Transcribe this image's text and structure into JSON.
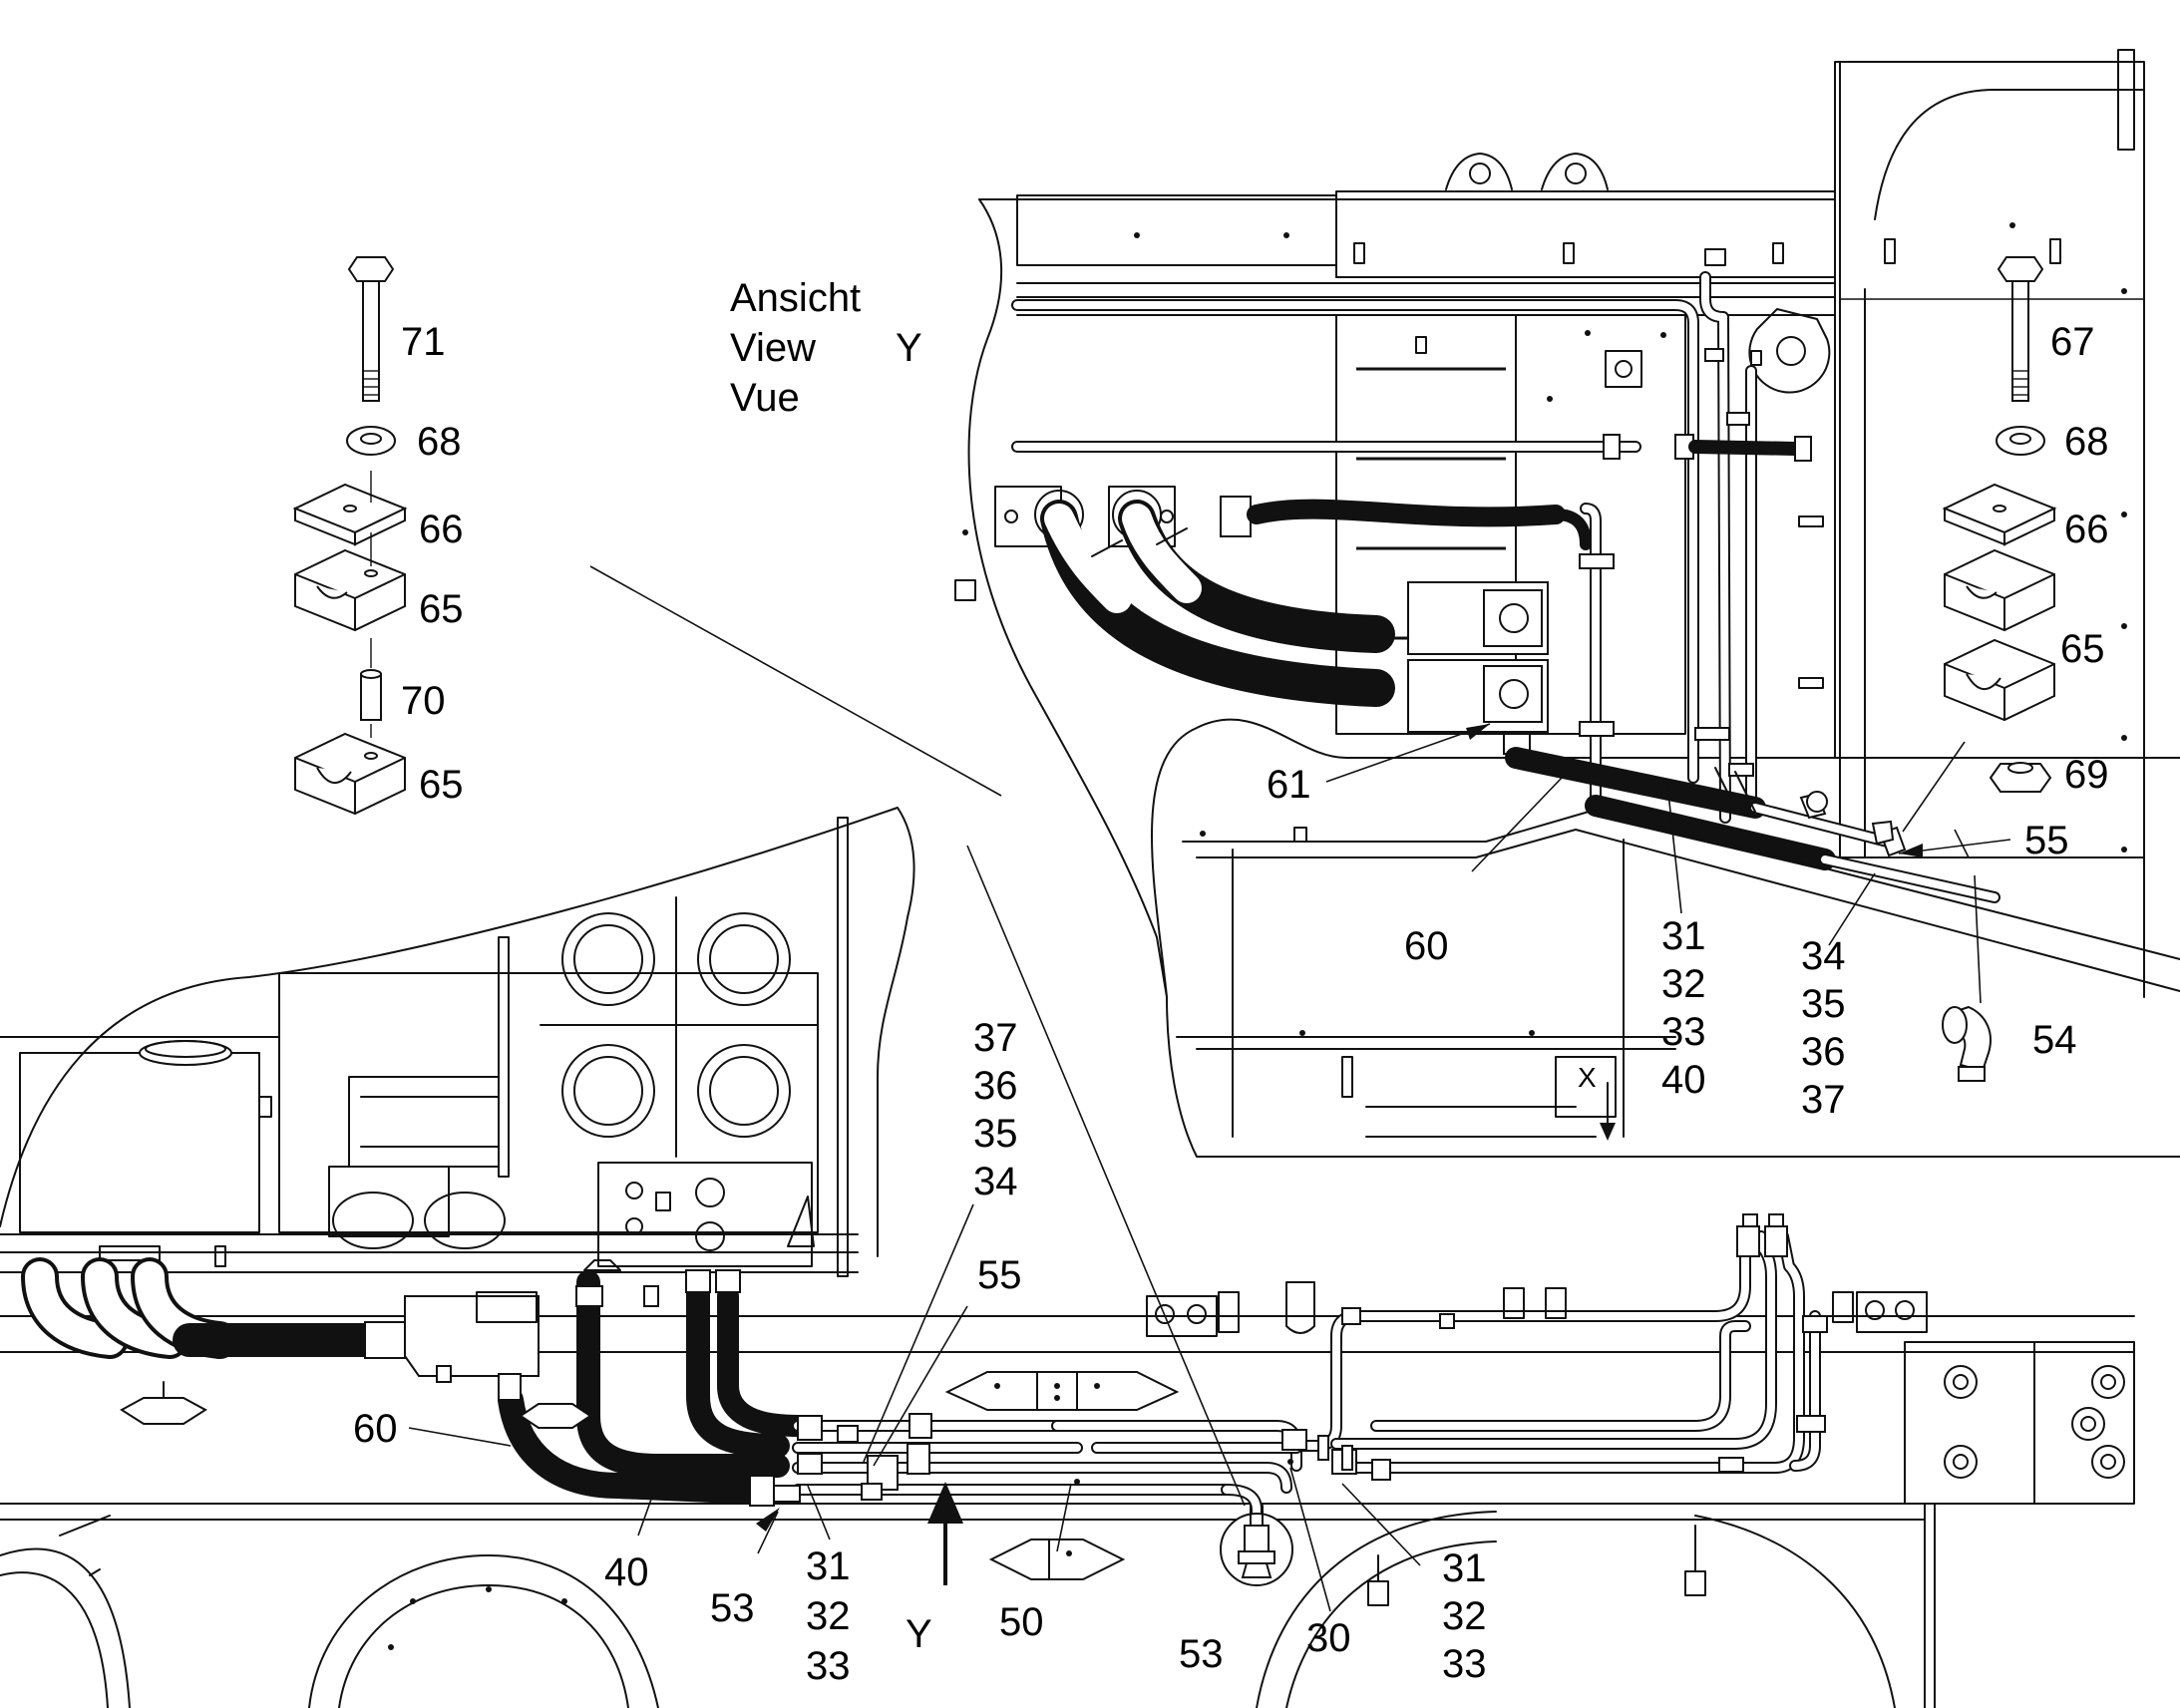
{
  "view_label": {
    "line1": "Ansicht",
    "line2": "View",
    "line3": "Vue",
    "letter": "Y"
  },
  "direction_marker": "Y",
  "small_marker": "X",
  "callouts": {
    "n71": "71",
    "n68a": "68",
    "n66a": "66",
    "n65a": "65",
    "n70": "70",
    "n65b": "65",
    "n67": "67",
    "n68b": "68",
    "n66b": "66",
    "n65c": "65",
    "n69": "69",
    "n61": "61",
    "n60a": "60",
    "n55a": "55",
    "g_31a": "31",
    "g_32a": "32",
    "g_33a": "33",
    "g_40a": "40",
    "g_34a": "34",
    "g_35a": "35",
    "g_36a": "36",
    "g_37a": "37",
    "n54": "54",
    "g_37b": "37",
    "g_36b": "36",
    "g_35b": "35",
    "g_34b": "34",
    "n55b": "55",
    "n60b": "60",
    "n40b": "40",
    "n53a": "53",
    "g_31b": "31",
    "g_32b": "32",
    "g_33b": "33",
    "n50": "50",
    "n53b": "53",
    "n30": "30",
    "g_31c": "31",
    "g_32c": "32",
    "g_33c": "33"
  }
}
